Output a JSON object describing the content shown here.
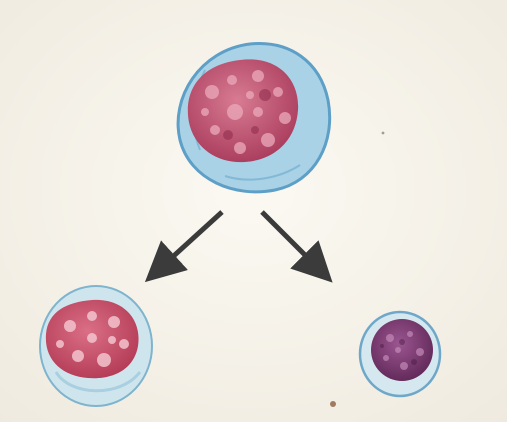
{
  "illustration": {
    "cells": [
      {
        "name": "parent-cell",
        "cytoplasm": "#9ccbe0",
        "cytoplasm_edge": "#5e9fc7",
        "nucleus": "#c0506e",
        "nucleus_detail": "#e7a4b4"
      },
      {
        "name": "daughter-cell-large",
        "cytoplasm": "#c9e1ea",
        "cytoplasm_edge": "#7eb4cd",
        "nucleus": "#c3455f",
        "nucleus_detail": "#f3c4ce"
      },
      {
        "name": "daughter-cell-small",
        "cytoplasm": "#cfe4ee",
        "cytoplasm_edge": "#6ea7c8",
        "nucleus": "#7a3770",
        "nucleus_detail": "#c48ab7"
      }
    ],
    "arrows": [
      {
        "name": "arrow-to-left-cell",
        "color": "#3b3b3b"
      },
      {
        "name": "arrow-to-right-cell",
        "color": "#3b3b3b"
      }
    ],
    "background": "#f6f3ea"
  }
}
